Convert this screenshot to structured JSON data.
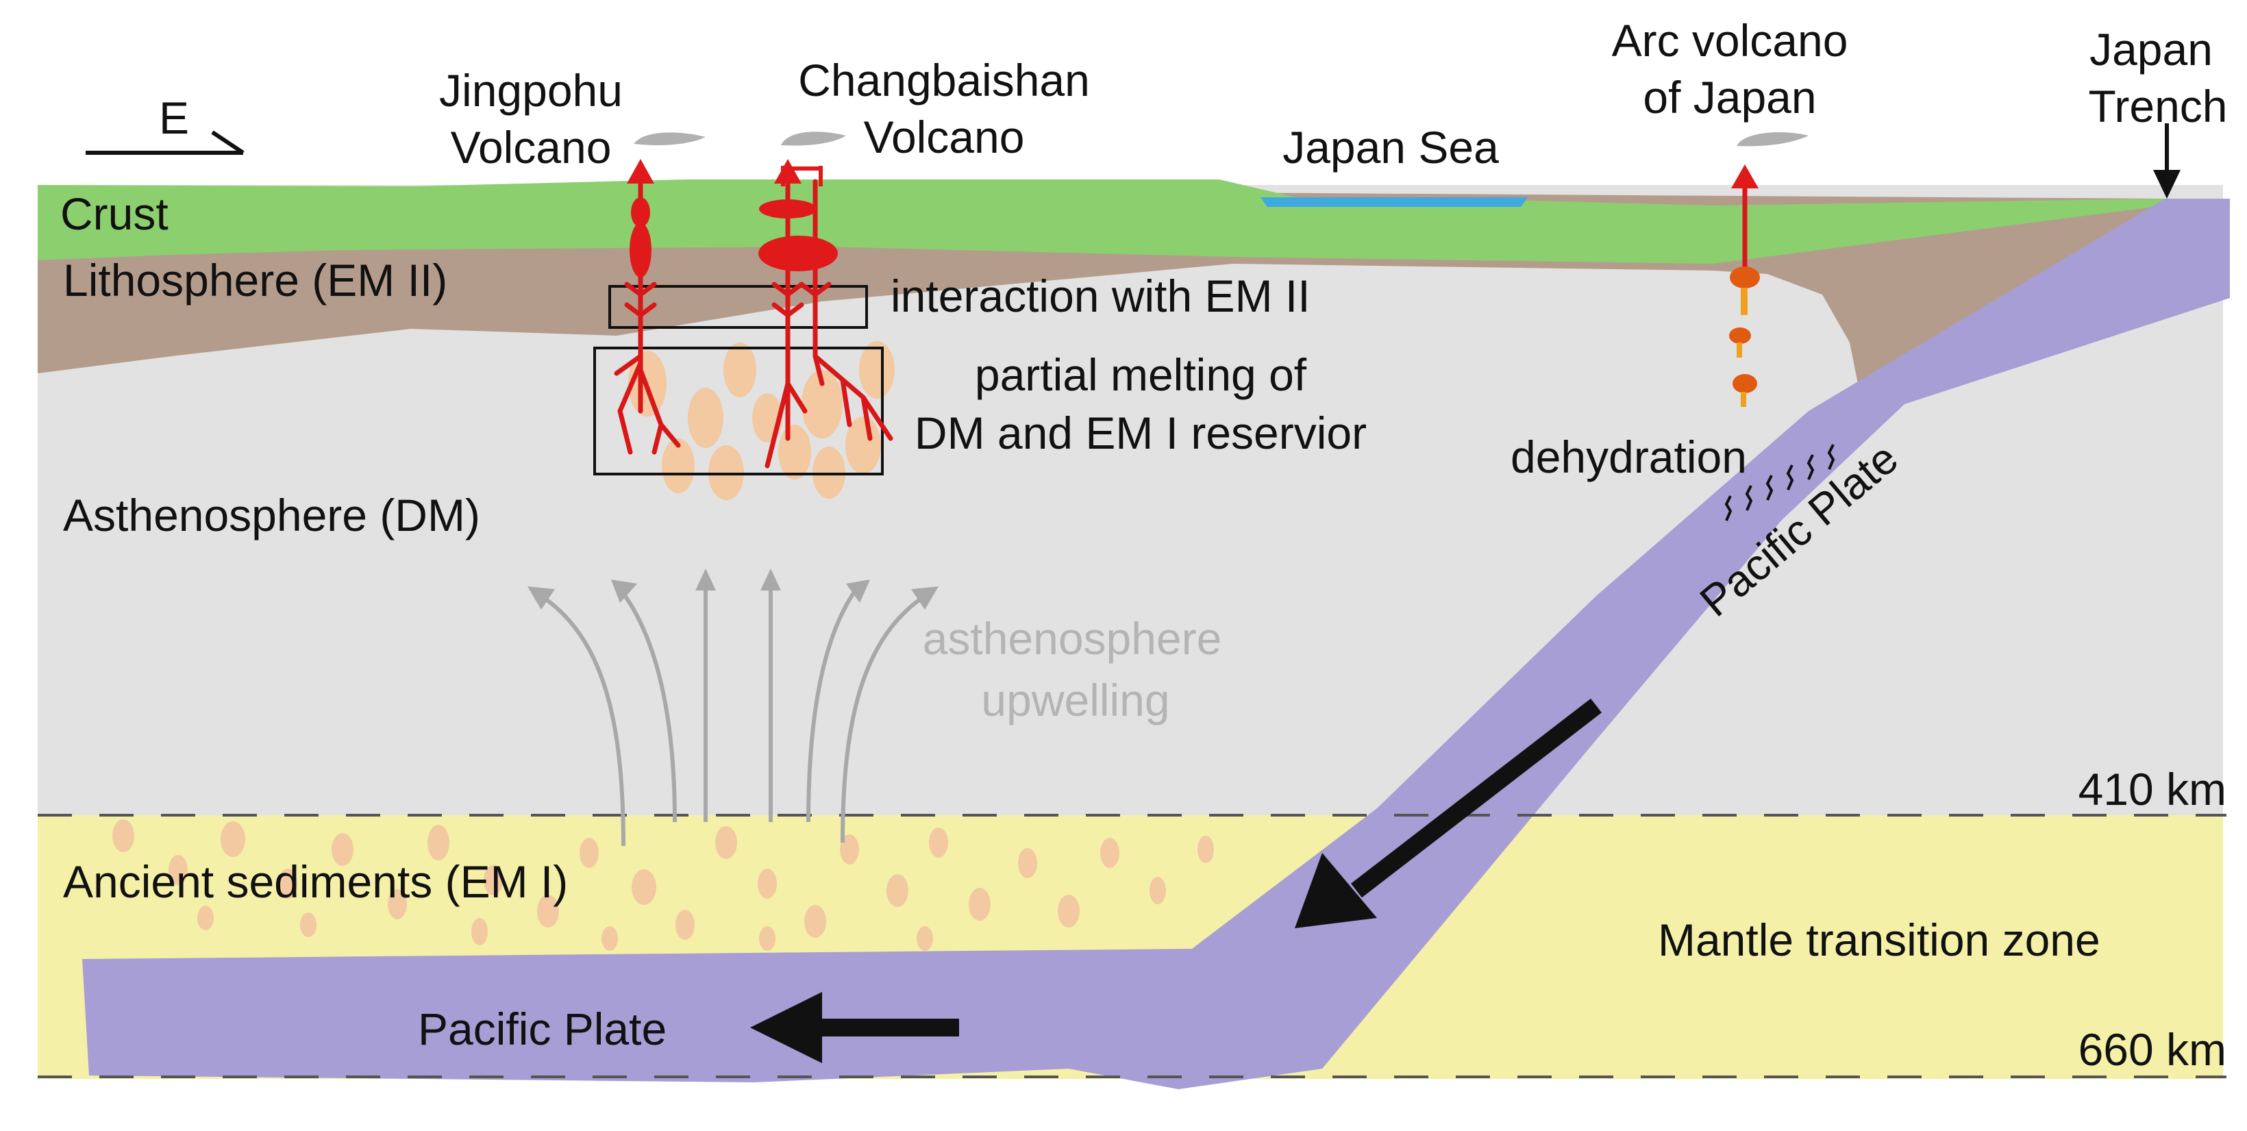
{
  "diagram": {
    "direction_label": "E",
    "volcanoes": {
      "jingpohu": {
        "line1": "Jingpohu",
        "line2": "Volcano"
      },
      "changbaishan": {
        "line1": "Changbaishan",
        "line2": "Volcano"
      },
      "arc": {
        "line1": "Arc volcano",
        "line2": "of Japan"
      }
    },
    "japan_sea": "Japan Sea",
    "japan_trench": {
      "line1": "Japan",
      "line2": "Trench"
    },
    "layers": {
      "crust": "Crust",
      "lithosphere": "Lithosphere (EM II)",
      "asthenosphere": "Asthenosphere (DM)",
      "ancient_sediments": "Ancient sediments (EM I)",
      "mantle_transition_zone": "Mantle transition zone"
    },
    "processes": {
      "interaction": "interaction with EM II",
      "partial_melting": {
        "line1": "partial melting of",
        "line2": "DM and EM I reservior"
      },
      "upwelling": {
        "line1": "asthenosphere",
        "line2": "upwelling"
      },
      "dehydration": "dehydration"
    },
    "plates": {
      "slab_label": "Pacific Plate",
      "stagnant_label": "Pacific Plate"
    },
    "depths": {
      "d410": "410 km",
      "d660": "660 km"
    },
    "colors": {
      "crust": "#8ccf6e",
      "lithosphere": "#b49c8c",
      "asthenosphere": "#e2e2e2",
      "transition_zone": "#f4f0a8",
      "slab": "#a69ed4",
      "magma": "#e01a1a",
      "sediment_blobs": "#f2c9a0",
      "sea": "#3da9de"
    }
  }
}
